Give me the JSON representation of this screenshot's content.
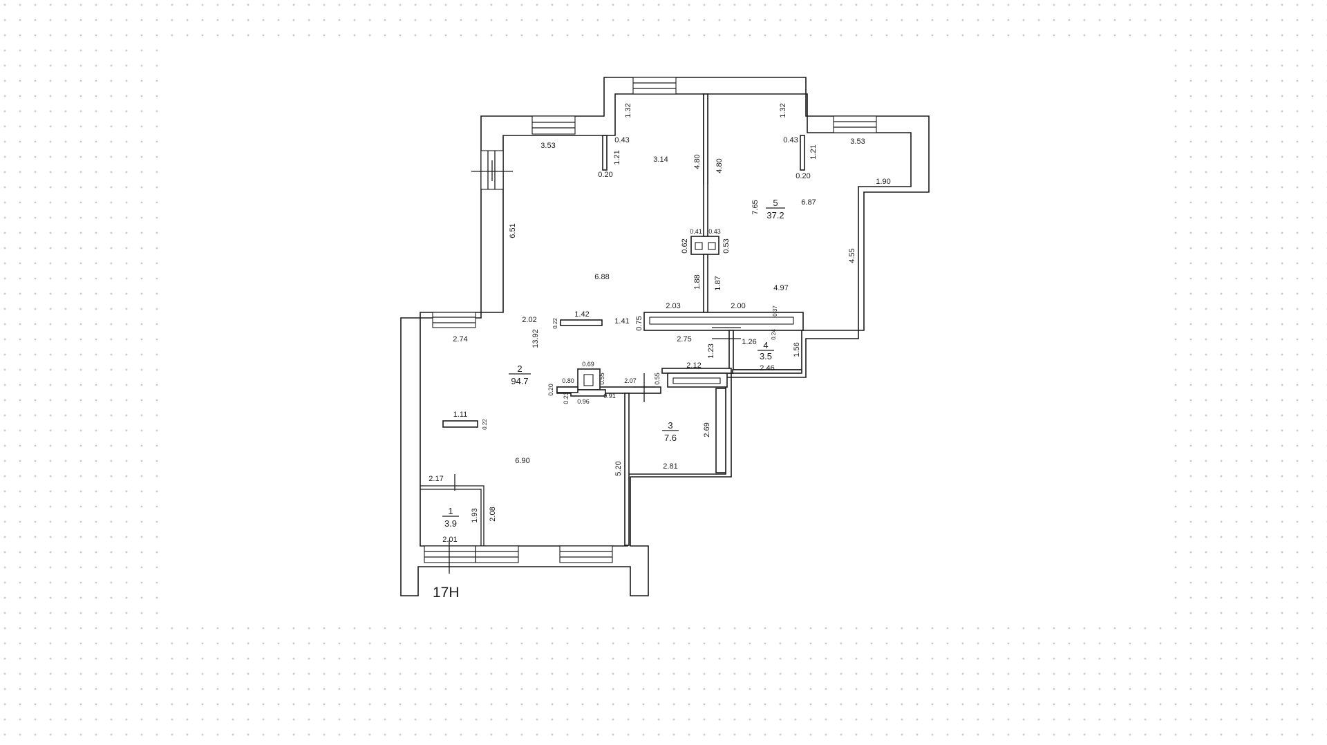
{
  "unit_label": "17Н",
  "colors": {
    "line": "#1a1a1a",
    "dot": "#c9c9c9",
    "background": "#ffffff"
  },
  "rooms": [
    {
      "number": "1",
      "area": "3.9"
    },
    {
      "number": "2",
      "area": "94.7"
    },
    {
      "number": "3",
      "area": "7.6"
    },
    {
      "number": "4",
      "area": "3.5"
    },
    {
      "number": "5",
      "area": "37.2"
    }
  ],
  "dimensions": [
    "1.32",
    "0.43",
    "3.53",
    "1.21",
    "0.20",
    "3.14",
    "4.80",
    "4.80",
    "1.32",
    "0.43",
    "1.21",
    "3.53",
    "0.20",
    "1.90",
    "7.65",
    "6.87",
    "6.51",
    "0.41",
    "0.43",
    "0.62",
    "0.53",
    "6.88",
    "1.88",
    "1.87",
    "4.55",
    "4.97",
    "2.03",
    "2.00",
    "0.37",
    "2.02",
    "0.22",
    "1.42",
    "1.41",
    "0.75",
    "0.24",
    "2.74",
    "13.92",
    "2.75",
    "1.26",
    "1.23",
    "1.56",
    "2.12",
    "2.46",
    "0.69",
    "0.80",
    "0.55",
    "2.07",
    "0.55",
    "0.20",
    "0.23",
    "0.96",
    "0.91",
    "1.11",
    "0.22",
    "2.69",
    "2.81",
    "6.90",
    "5.20",
    "2.17",
    "1.93",
    "2.08",
    "2.01"
  ]
}
